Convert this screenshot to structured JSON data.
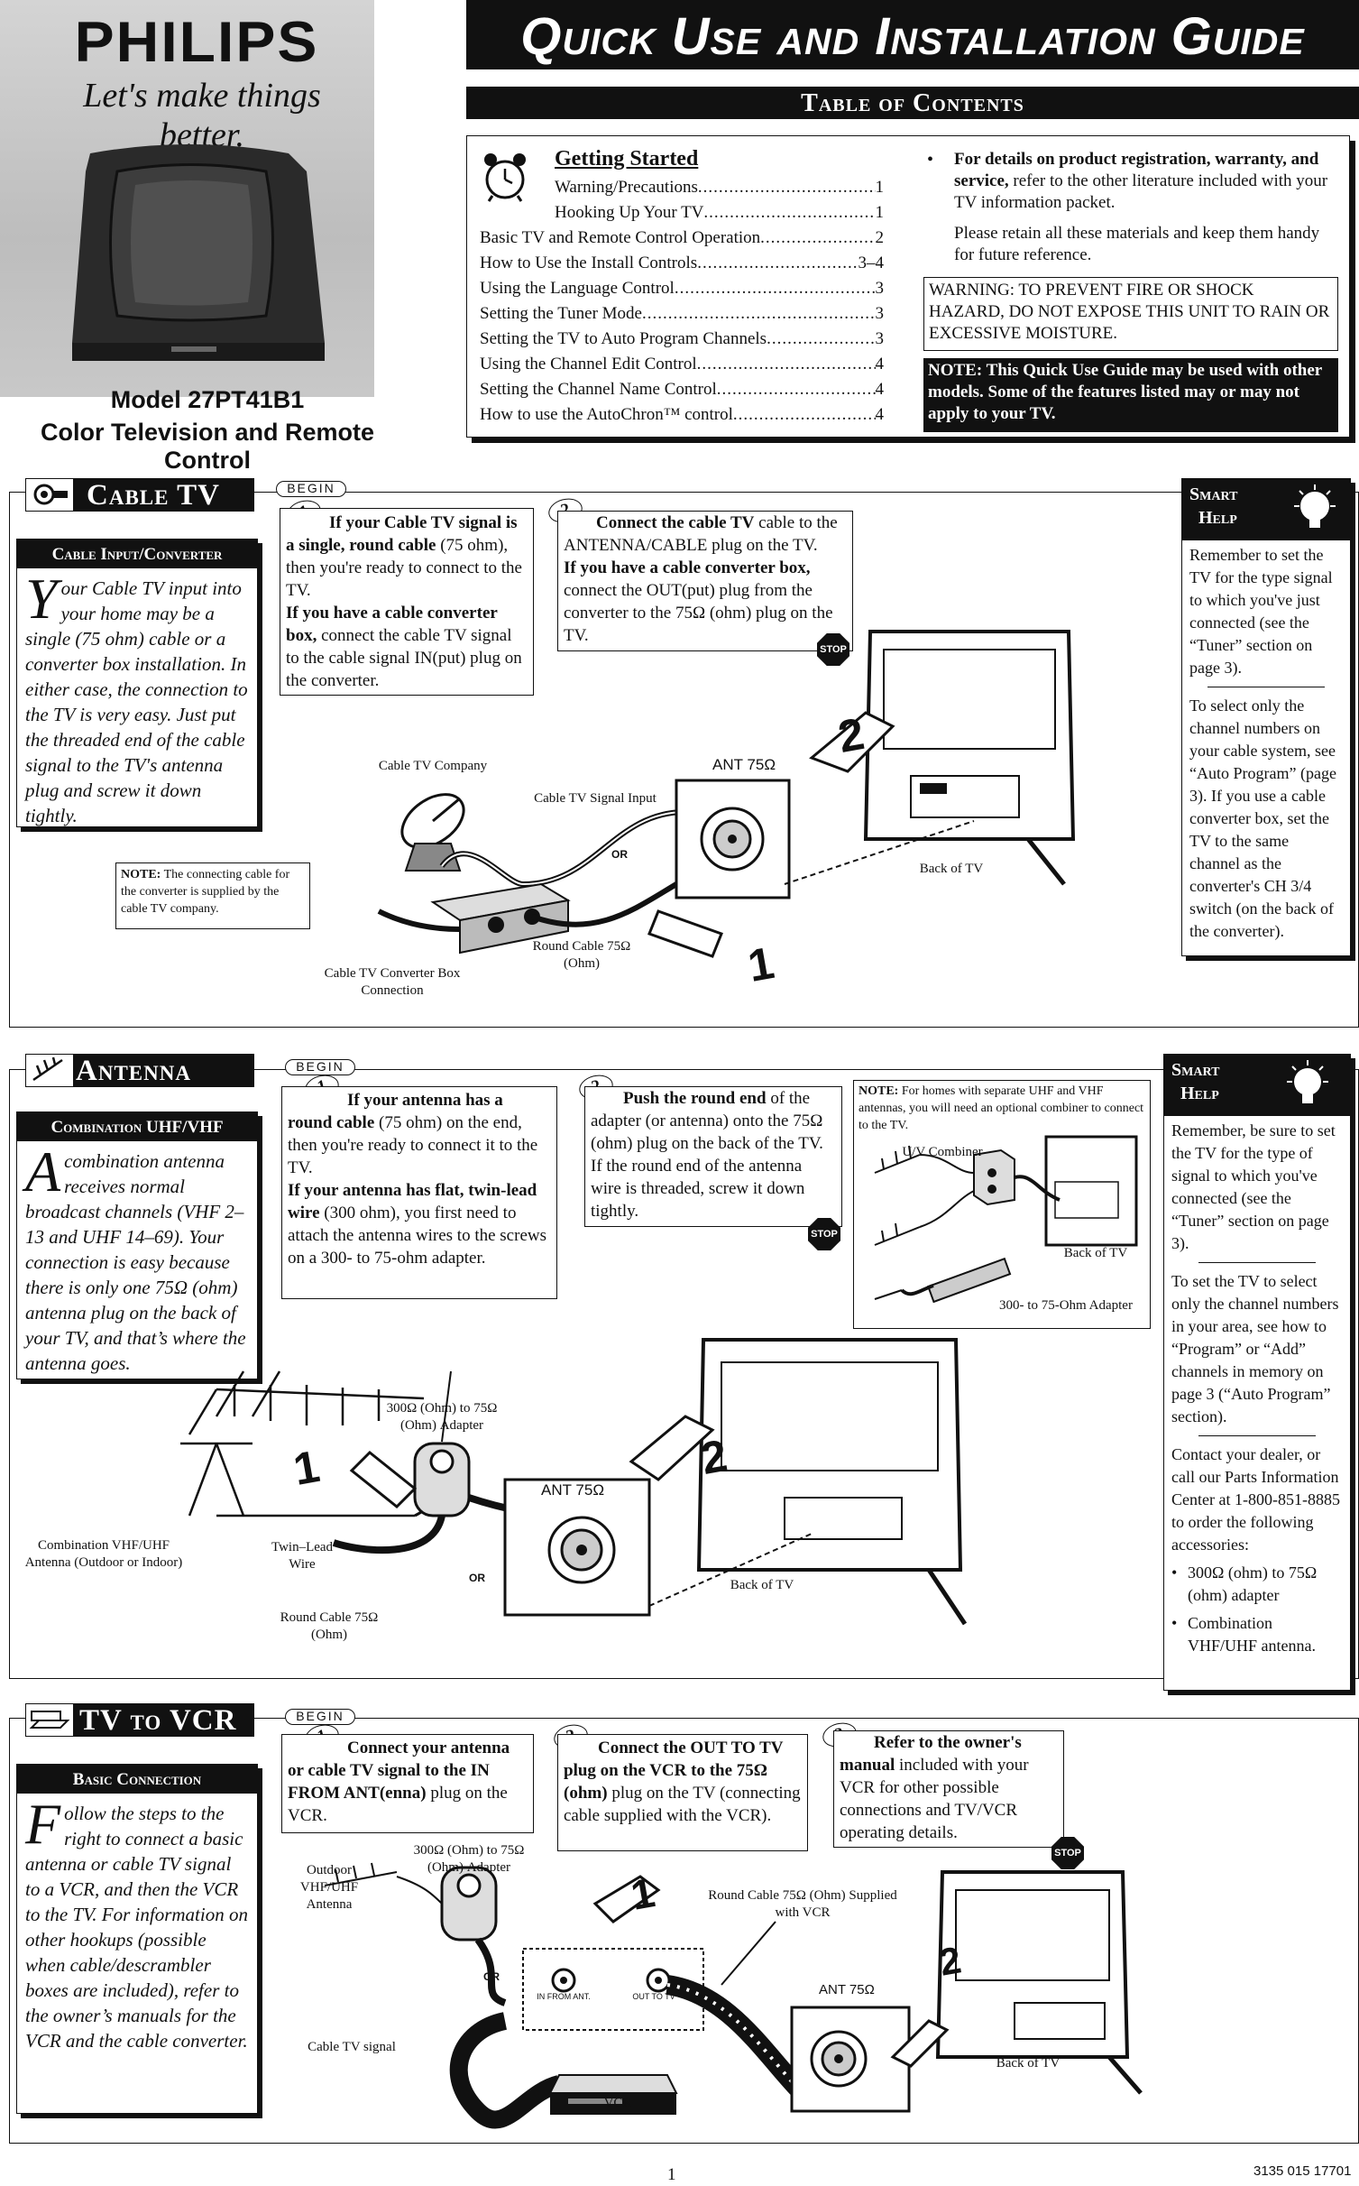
{
  "header": {
    "brand": "PHILIPS",
    "tagline": "Let's make things better.",
    "model": "Model 27PT41B1",
    "model_description": "Color Television and Remote Control",
    "title": "Quick Use and Installation Guide",
    "toc_title": "Table of Contents"
  },
  "toc": {
    "heading": "Getting Started",
    "items": [
      {
        "label": "Warning/Precautions",
        "page": "1"
      },
      {
        "label": "Hooking Up Your TV",
        "page": "1"
      },
      {
        "label": "Basic TV and Remote Control Operation",
        "page": "2"
      },
      {
        "label": "How to Use the Install Controls",
        "page": "3–4"
      },
      {
        "label": "Using the Language Control",
        "page": "3"
      },
      {
        "label": "Setting the Tuner Mode",
        "page": "3"
      },
      {
        "label": "Setting the TV to Auto Program Channels",
        "page": "3"
      },
      {
        "label": "Using the Channel Edit Control",
        "page": "4"
      },
      {
        "label": "Setting the Channel Name Control",
        "page": "4"
      },
      {
        "label": "How to use the AutoChron™ control",
        "page": "4"
      }
    ],
    "details_bold": "For details on product registration, warranty, and service,",
    "details_rest": " refer to the other literature included with your TV information packet.",
    "retain": "Please retain all these materials and keep them handy for future reference.",
    "warning": "WARNING:  TO PREVENT FIRE OR SHOCK HAZARD, DO NOT EXPOSE THIS UNIT TO RAIN OR EXCESSIVE MOISTURE.",
    "note": "NOTE:  This Quick Use Guide may be used with other models. Some of the features listed may or may not apply to your TV."
  },
  "common": {
    "begin": "BEGIN",
    "stop": "STOP",
    "or": "OR",
    "smart": "Smart",
    "help": "Help",
    "back_of_tv": "Back of TV",
    "ant": "ANT 75Ω"
  },
  "cable": {
    "title": "Cable TV",
    "side_head": "Cable Input/Converter",
    "side_cap": "Y",
    "side_text": "our Cable TV input into your home may be a single (75 ohm) cable or a converter box installation. In either case, the connection to the TV is very easy. Just put the threaded end of the cable signal to the TV's antenna plug and screw it down tightly.",
    "step1_b1": "If your Cable TV signal is a single, round cable",
    "step1_t1": " (75 ohm), then you're ready to connect to the TV.",
    "step1_b2": "If you have a cable converter box,",
    "step1_t2": " connect the cable TV signal to the cable signal IN(put) plug on the converter.",
    "step2_b1": "Connect the cable TV",
    "step2_t1": " cable to the ANTENNA/CABLE plug on the TV.",
    "step2_b2": "If you have a cable converter box,",
    "step2_t2": " connect the OUT(put) plug from the converter to the 75Ω (ohm) plug on the TV.",
    "note_b": "NOTE:",
    "note_t": "  The connecting cable for the converter is supplied by the cable TV company.",
    "lbl_company": "Cable TV Company",
    "lbl_signal_input": "Cable TV Signal Input",
    "lbl_converter": "Cable TV Converter Box Connection",
    "lbl_round_cable": "Round Cable 75Ω (Ohm)",
    "smart_1": "Remember to set the TV for the type signal to which you've just connected (see the “Tuner” section on page 3).",
    "smart_2": "To select only the channel numbers on your cable system, see “Auto Program” (page 3). If you use a cable converter box, set the TV to the same channel as the converter's CH 3/4 switch (on the back of the converter)."
  },
  "antenna": {
    "title": "Antenna",
    "side_head": "Combination UHF/VHF",
    "side_cap": "A",
    "side_text": "combination antenna receives normal broadcast channels (VHF 2–13 and UHF 14–69). Your connection is easy because there is only one 75Ω (ohm) antenna plug on the back of  your TV, and that’s where the antenna goes.",
    "step1_b1": "If your antenna has a round cable",
    "step1_t1": " (75 ohm) on the end, then you're ready to connect it to the TV.",
    "step1_b2": "If your antenna has flat, twin-lead wire",
    "step1_t2": " (300 ohm), you first need to attach the antenna wires to the screws on a 300- to 75-ohm adapter.",
    "step2_b1": "Push the round end",
    "step2_t1": " of the adapter (or antenna) onto the 75Ω (ohm) plug on the back of the TV.  If the round end of the antenna wire is threaded, screw it down tightly.",
    "note_b": "NOTE:",
    "note_t": "  For homes with separate UHF and VHF antennas, you will need an optional combiner to connect to the TV.",
    "lbl_combiner": "U/V Combiner",
    "lbl_back": "Back  of TV",
    "lbl_300_75": "300- to 75-Ohm Adapter",
    "lbl_adapter": "300Ω (Ohm) to 75Ω (Ohm) Adapter",
    "lbl_combo": "Combination VHF/UHF Antenna (Outdoor or Indoor)",
    "lbl_twin": "Twin–Lead Wire",
    "lbl_round": "Round Cable 75Ω (Ohm)",
    "smart_1": "Remember, be sure to set the TV for the type of signal to which you've connected (see the “Tuner” section on page 3).",
    "smart_2": "To set the TV to select only the channel numbers in your area, see how to “Program” or “Add” channels in memory on page 3 (“Auto Program” section).",
    "smart_3": "Contact your dealer, or call our Parts Information Center at 1-800-851-8885 to order the following accessories:",
    "smart_b1": "300Ω (ohm) to 75Ω (ohm) adapter",
    "smart_b2": "Combination VHF/UHF antenna."
  },
  "vcr": {
    "title": "TV to VCR",
    "side_head": "Basic Connection",
    "side_cap": "F",
    "side_text": "ollow the steps to the right to connect a basic antenna or cable TV signal to a VCR, and then the VCR to the TV. For information on other hookups (possible when cable/descrambler boxes are included), refer to the owner’s manuals for the VCR and the cable converter.",
    "step1_b": "Connect your antenna or cable TV signal to the IN FROM ANT(enna)",
    "step1_t": " plug on the VCR.",
    "step2_b": "Connect the OUT TO TV plug on the VCR to the 75Ω (ohm)",
    "step2_t": " plug on the TV (connecting cable supplied with the VCR).",
    "step3_b": "Refer to the owner's manual",
    "step3_t": " included with your VCR for other possible connections and TV/VCR operating details.",
    "lbl_outdoor": "Outdoor VHF/UHF Antenna",
    "lbl_adapter": "300Ω (Ohm) to 75Ω (Ohm) Adapter",
    "lbl_round": "Round Cable 75Ω (Ohm) Supplied with VCR",
    "lbl_cable_signal": "Cable TV signal",
    "lbl_vcr": "VCR",
    "lbl_in": "IN FROM ANT.",
    "lbl_out": "OUT TO TV"
  },
  "footer": {
    "page": "1",
    "code": "3135 015 17701"
  }
}
